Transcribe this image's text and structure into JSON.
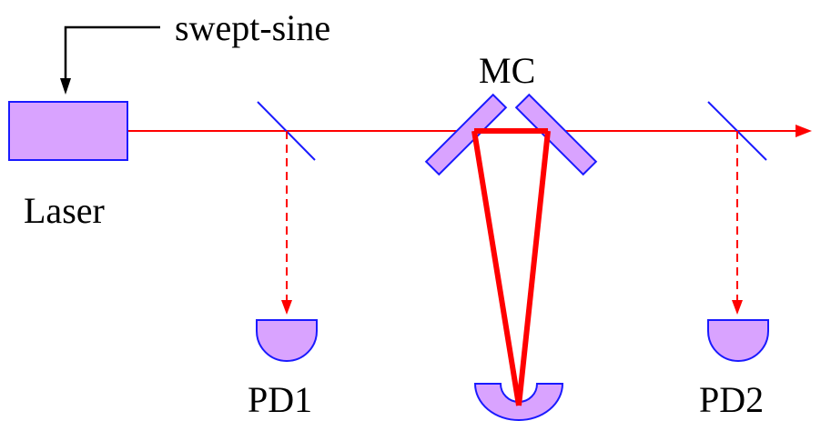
{
  "labels": {
    "signal": "swept-sine",
    "cavity": "MC",
    "source": "Laser",
    "detector_1": "PD1",
    "detector_2": "PD2"
  },
  "colors": {
    "beam": "#ff0000",
    "component_fill": "#d9a3ff",
    "component_stroke": "#1a1aff",
    "splitter": "#1a1aff",
    "line": "#000000"
  }
}
